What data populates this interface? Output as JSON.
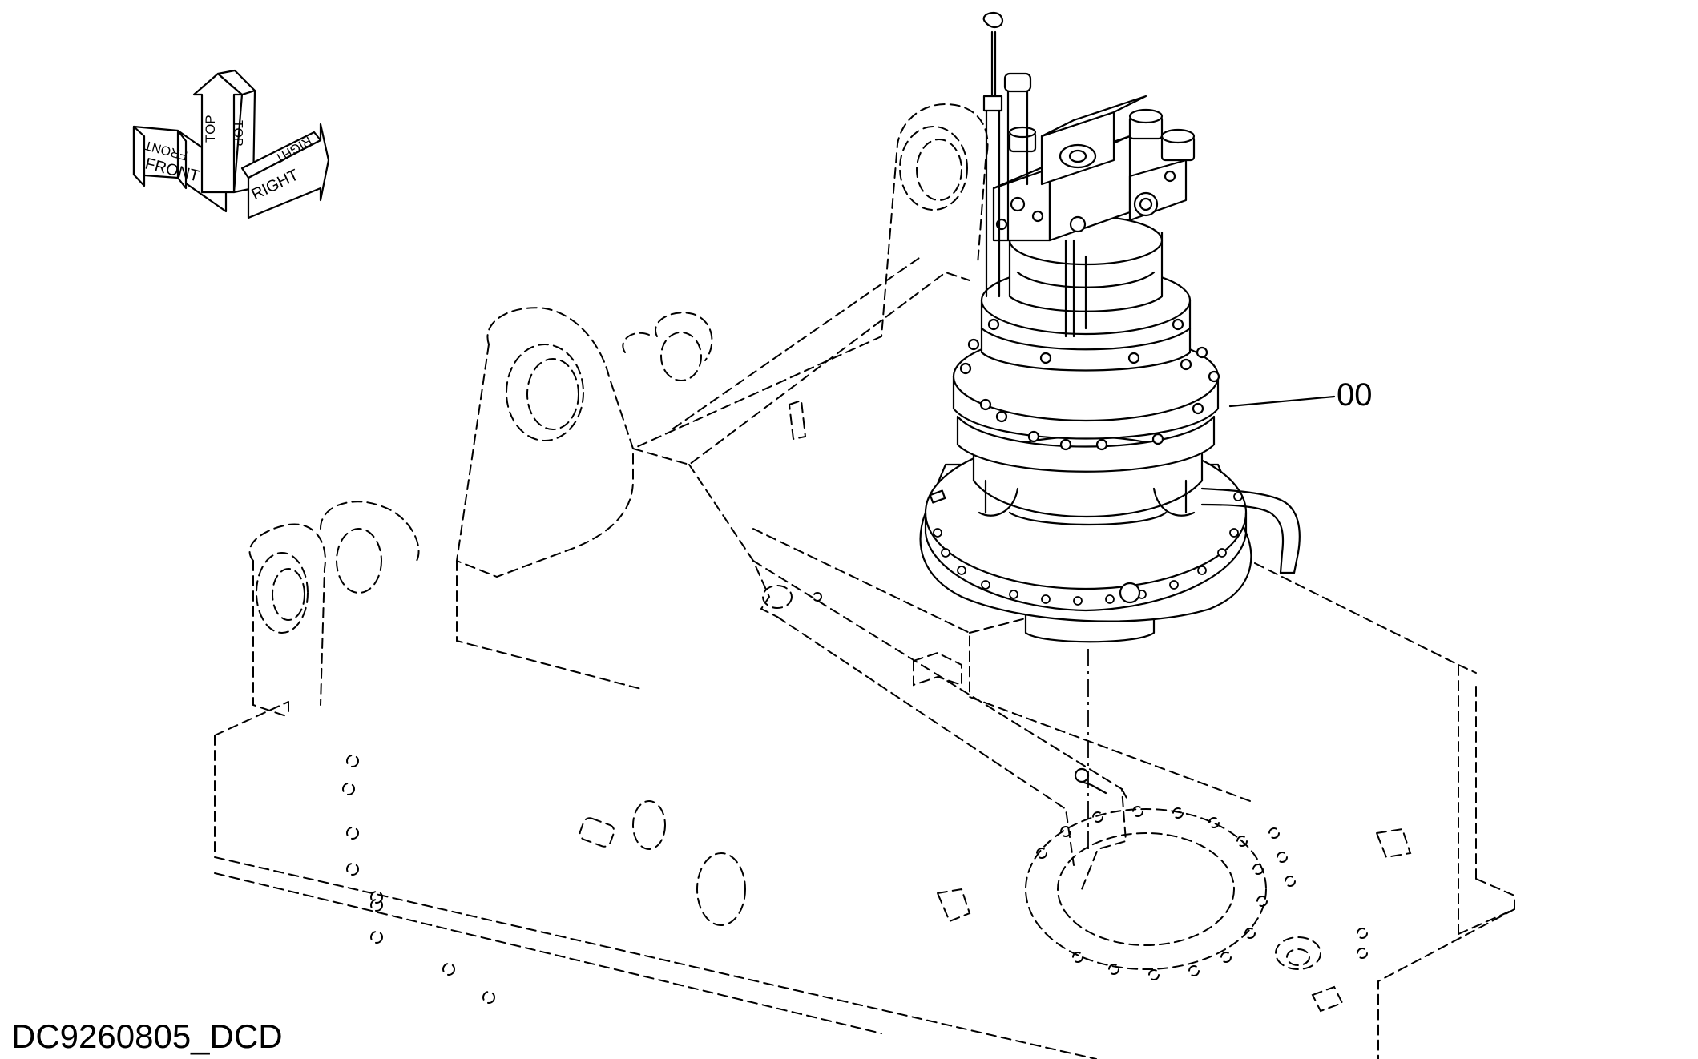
{
  "drawing": {
    "code": "DC9260805_DCD",
    "callout": "00"
  },
  "orientation": {
    "front": "FRONT",
    "top": "TOP",
    "right": "RIGHT"
  }
}
